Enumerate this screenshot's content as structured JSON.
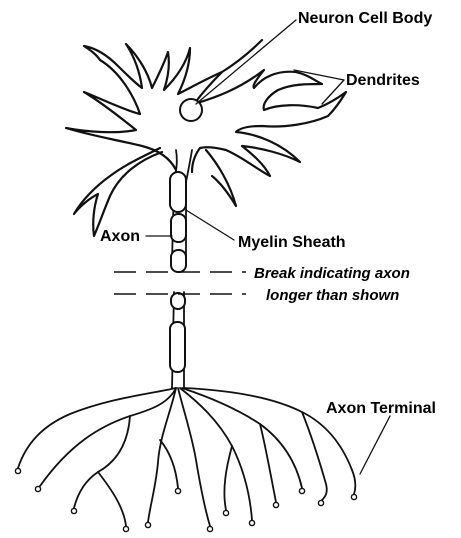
{
  "labels": {
    "cell_body": "Neuron Cell Body",
    "dendrites": "Dendrites",
    "axon": "Axon",
    "myelin": "Myelin Sheath",
    "break_line1": "Break indicating axon",
    "break_line2": "longer than shown",
    "terminal": "Axon Terminal"
  },
  "colors": {
    "stroke": "#111111",
    "background": "#ffffff"
  }
}
